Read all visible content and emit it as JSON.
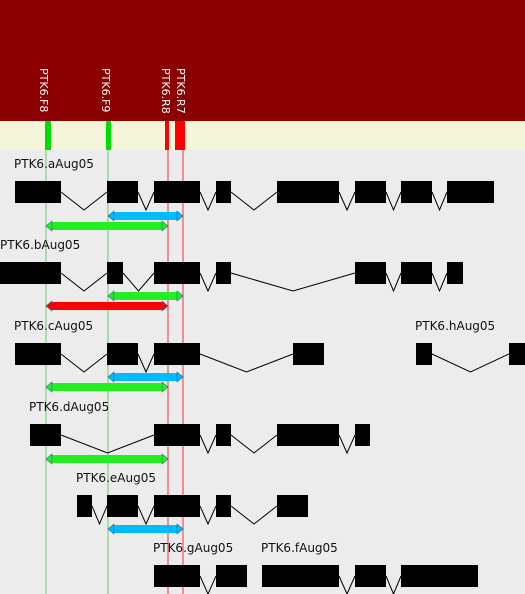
{
  "colors": {
    "header_bg": "#8b0000",
    "primer_band_bg": "#f5f5dc",
    "canvas_bg": "#ececec",
    "exon": "#000000",
    "intron": "#000000",
    "forward_primer": "#00dd00",
    "reverse_primer": "#ff0000",
    "amplicon_green": "#22ee22",
    "amplicon_blue": "#00bbff",
    "amplicon_red": "#ff0000",
    "primer_guide_forward": "#66cc66",
    "primer_guide_reverse": "#ee3333"
  },
  "primers": [
    {
      "id": "F8",
      "label": "PTK6.F8",
      "type": "forward"
    },
    {
      "id": "F9",
      "label": "PTK6.F9",
      "type": "forward"
    },
    {
      "id": "R8",
      "label": "PTK6.R8",
      "type": "reverse"
    },
    {
      "id": "R7",
      "label": "PTK6.R7",
      "type": "reverse"
    }
  ],
  "transcripts": [
    {
      "id": "aAug05",
      "label": "PTK6.aAug05"
    },
    {
      "id": "bAug05",
      "label": "PTK6.bAug05"
    },
    {
      "id": "cAug05",
      "label": "PTK6.cAug05"
    },
    {
      "id": "hAug05",
      "label": "PTK6.hAug05"
    },
    {
      "id": "dAug05",
      "label": "PTK6.dAug05"
    },
    {
      "id": "eAug05",
      "label": "PTK6.eAug05"
    },
    {
      "id": "gAug05",
      "label": "PTK6.gAug05"
    },
    {
      "id": "fAug05",
      "label": "PTK6.fAug05"
    }
  ],
  "amplicons": [
    {
      "transcript": "aAug05",
      "primers": [
        "F9",
        "R7"
      ],
      "color": "blue"
    },
    {
      "transcript": "aAug05",
      "primers": [
        "F8",
        "R8"
      ],
      "color": "green"
    },
    {
      "transcript": "bAug05",
      "primers": [
        "F9",
        "R7"
      ],
      "color": "green"
    },
    {
      "transcript": "bAug05",
      "primers": [
        "F8",
        "R8"
      ],
      "color": "red"
    },
    {
      "transcript": "cAug05",
      "primers": [
        "F9",
        "R7"
      ],
      "color": "blue"
    },
    {
      "transcript": "cAug05",
      "primers": [
        "F8",
        "R8"
      ],
      "color": "green"
    },
    {
      "transcript": "dAug05",
      "primers": [
        "F8",
        "R8"
      ],
      "color": "green"
    },
    {
      "transcript": "eAug05",
      "primers": [
        "F9",
        "R7"
      ],
      "color": "blue"
    }
  ]
}
